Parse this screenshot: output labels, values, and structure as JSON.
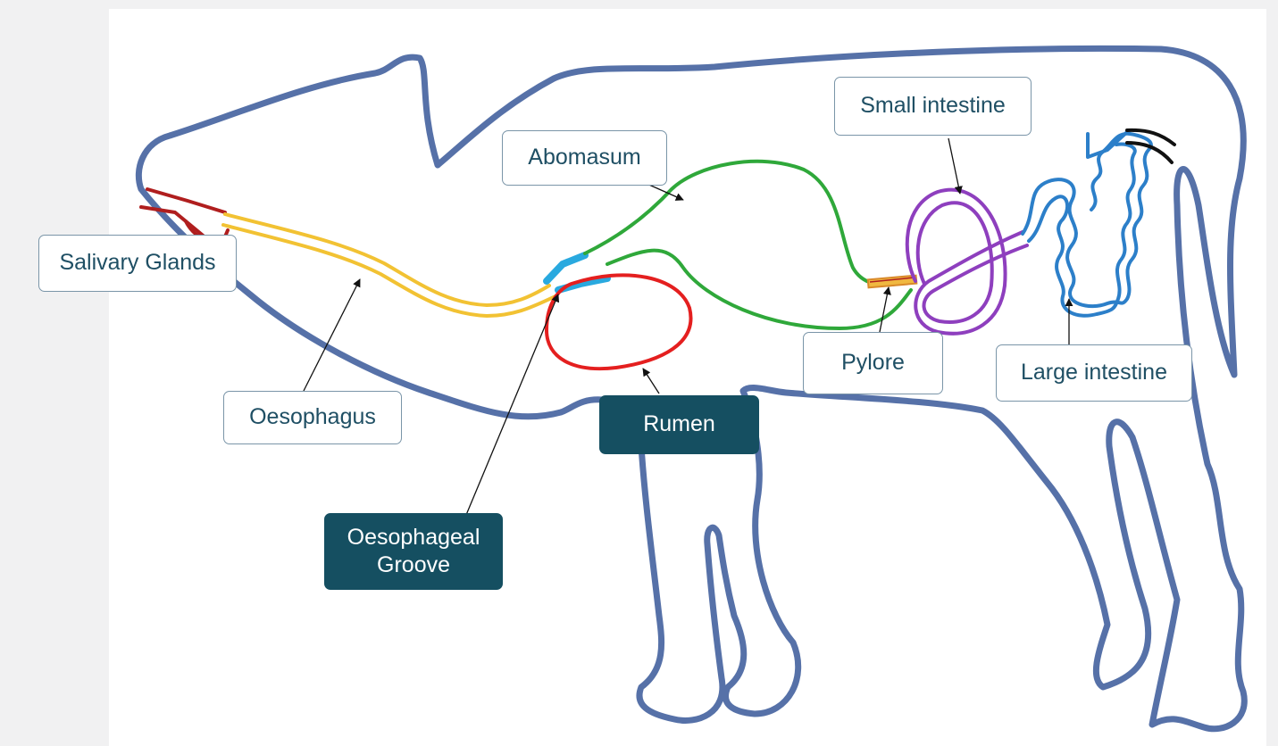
{
  "labels": {
    "salivary_glands": "Salivary Glands",
    "oesophagus": "Oesophagus",
    "oesophageal_groove": "Oesophageal Groove",
    "abomasum": "Abomasum",
    "rumen": "Rumen",
    "pylore": "Pylore",
    "small_intestine": "Small intestine",
    "large_intestine": "Large intestine"
  },
  "colors": {
    "body_outline": "#5671a8",
    "salivary_glands": "#b01e1e",
    "oesophagus": "#f2c233",
    "oesophageal_groove": "#29a9df",
    "abomasum": "#2fa83a",
    "rumen": "#e41f1f",
    "pylore": "#d9892a",
    "small_intestine": "#8e3fbe",
    "large_intestine": "#2c7fc9",
    "rectum": "#111111",
    "callout_box": "#154f61"
  }
}
